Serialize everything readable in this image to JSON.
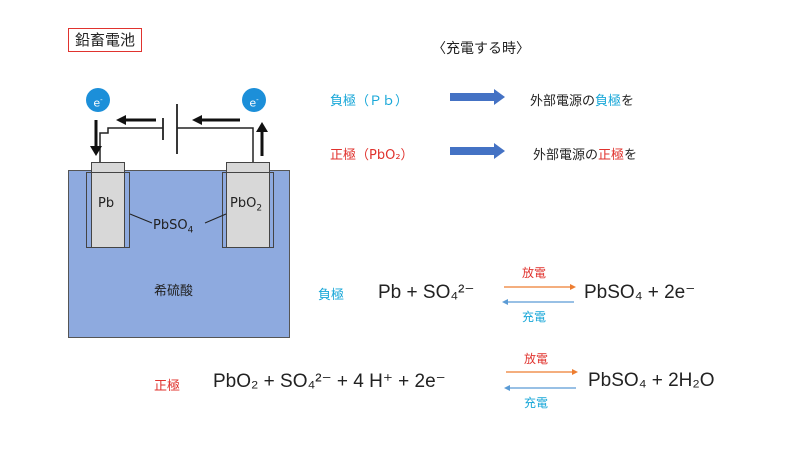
{
  "title": "鉛畜電池",
  "subtitle": "〈充電する時〉",
  "electron_label": "e",
  "electron_charge": "-",
  "cell": {
    "left_electrode": "Pb",
    "right_electrode": "PbO",
    "right_electrode_sub": "2",
    "product": "PbSO",
    "product_sub": "4",
    "electrolyte": "希硫酸"
  },
  "rows": [
    {
      "label": "負極（Ｐｂ）",
      "desc_before": "外部電源の",
      "desc_highlight": "負極",
      "desc_after": "を"
    },
    {
      "label": "正極（PbO₂）",
      "desc_before": "外部電源の",
      "desc_highlight": "正極",
      "desc_after": "を"
    }
  ],
  "equations": {
    "negative": {
      "tag": "負極",
      "lhs": "Pb + SO₄²⁻",
      "rhs": "PbSO₄ +  2e⁻",
      "forward": "放電",
      "reverse": "充電"
    },
    "positive": {
      "tag": "正極",
      "lhs": "PbO₂ + SO₄²⁻ + 4 H⁺ +  2e⁻",
      "rhs": "PbSO₄ + 2H₂O",
      "forward": "放電",
      "reverse": "充電"
    }
  },
  "colors": {
    "electron": "#1c8fd9",
    "arrow_block": "#4472c4",
    "negative": "#18a7d8",
    "positive": "#e0332e",
    "tank": "#8eaadf",
    "discharge_arrow": "#ed7d31",
    "charge_arrow": "#5b9bd5"
  }
}
